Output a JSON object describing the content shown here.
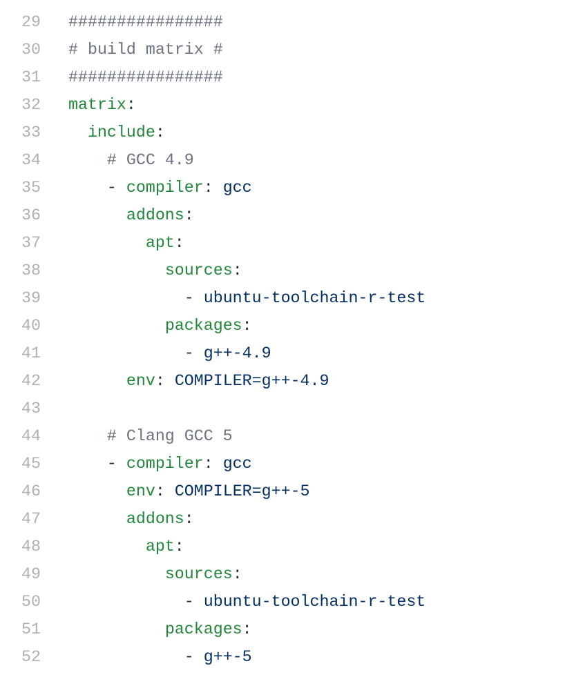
{
  "lines": [
    {
      "n": "29",
      "indent": "",
      "comment": "################"
    },
    {
      "n": "30",
      "indent": "",
      "comment": "# build matrix #"
    },
    {
      "n": "31",
      "indent": "",
      "comment": "################"
    },
    {
      "n": "32",
      "indent": "",
      "dash": "",
      "key": "matrix",
      "colon": ":",
      "value": ""
    },
    {
      "n": "33",
      "indent": "  ",
      "dash": "",
      "key": "include",
      "colon": ":",
      "value": ""
    },
    {
      "n": "34",
      "indent": "    ",
      "comment": "# GCC 4.9"
    },
    {
      "n": "35",
      "indent": "    ",
      "dash": "- ",
      "key": "compiler",
      "colon": ": ",
      "value": "gcc"
    },
    {
      "n": "36",
      "indent": "      ",
      "dash": "",
      "key": "addons",
      "colon": ":",
      "value": ""
    },
    {
      "n": "37",
      "indent": "        ",
      "dash": "",
      "key": "apt",
      "colon": ":",
      "value": ""
    },
    {
      "n": "38",
      "indent": "          ",
      "dash": "",
      "key": "sources",
      "colon": ":",
      "value": ""
    },
    {
      "n": "39",
      "indent": "            ",
      "dash": "- ",
      "key": "",
      "colon": "",
      "value": "ubuntu-toolchain-r-test"
    },
    {
      "n": "40",
      "indent": "          ",
      "dash": "",
      "key": "packages",
      "colon": ":",
      "value": ""
    },
    {
      "n": "41",
      "indent": "            ",
      "dash": "- ",
      "key": "",
      "colon": "",
      "value": "g++-4.9"
    },
    {
      "n": "42",
      "indent": "      ",
      "dash": "",
      "key": "env",
      "colon": ": ",
      "value": "COMPILER=g++-4.9"
    },
    {
      "n": "43",
      "indent": "",
      "dash": "",
      "key": "",
      "colon": "",
      "value": ""
    },
    {
      "n": "44",
      "indent": "    ",
      "comment": "# Clang GCC 5"
    },
    {
      "n": "45",
      "indent": "    ",
      "dash": "- ",
      "key": "compiler",
      "colon": ": ",
      "value": "gcc"
    },
    {
      "n": "46",
      "indent": "      ",
      "dash": "",
      "key": "env",
      "colon": ": ",
      "value": "COMPILER=g++-5"
    },
    {
      "n": "47",
      "indent": "      ",
      "dash": "",
      "key": "addons",
      "colon": ":",
      "value": ""
    },
    {
      "n": "48",
      "indent": "        ",
      "dash": "",
      "key": "apt",
      "colon": ":",
      "value": ""
    },
    {
      "n": "49",
      "indent": "          ",
      "dash": "",
      "key": "sources",
      "colon": ":",
      "value": ""
    },
    {
      "n": "50",
      "indent": "            ",
      "dash": "- ",
      "key": "",
      "colon": "",
      "value": "ubuntu-toolchain-r-test"
    },
    {
      "n": "51",
      "indent": "          ",
      "dash": "",
      "key": "packages",
      "colon": ":",
      "value": ""
    },
    {
      "n": "52",
      "indent": "            ",
      "dash": "- ",
      "key": "",
      "colon": "",
      "value": "g++-5"
    }
  ]
}
